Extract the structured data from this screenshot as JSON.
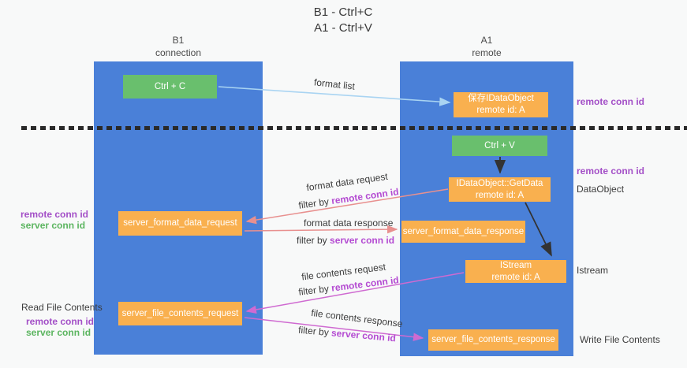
{
  "title": {
    "line1": "B1 - Ctrl+C",
    "line2": "A1 - Ctrl+V"
  },
  "lifelines": {
    "left": {
      "name": "B1",
      "subtitle": "connection"
    },
    "right": {
      "name": "A1",
      "subtitle": "remote"
    }
  },
  "boxes": {
    "ctrl_c": {
      "label": "Ctrl + C"
    },
    "save_idataobject": {
      "line1": "保存IDataObject",
      "line2": "remote id: A"
    },
    "ctrl_v": {
      "label": "Ctrl + V"
    },
    "idataobject_getdata": {
      "line1": "IDataObject::GetData",
      "line2": "remote id: A"
    },
    "server_format_data_request": {
      "label": "server_format_data_request"
    },
    "server_format_data_response": {
      "label": "server_format_data_response"
    },
    "istream": {
      "line1": "IStream",
      "line2": "remote id: A"
    },
    "server_file_contents_request": {
      "label": "server_file_contents_request"
    },
    "server_file_contents_response": {
      "label": "server_file_contents_response"
    }
  },
  "arrow_labels": {
    "format_list": "format list",
    "format_data_request": "format data request",
    "format_data_response": "format data response",
    "file_contents_request": "file contents request",
    "file_contents_response": "file contents response",
    "filter_by": "filter by",
    "remote_conn_id": "remote conn id",
    "server_conn_id": "server conn id"
  },
  "annotations": {
    "right_remote_conn_id_1": "remote conn id",
    "right_remote_conn_id_2": "remote conn id",
    "dataobject": "DataObject",
    "istream": "Istream",
    "write_file_contents": "Write File Contents",
    "left_remote_conn_id_1": "remote conn id",
    "left_server_conn_id_1": "server conn id",
    "read_file_contents": "Read File Contents",
    "left_remote_conn_id_2": "remote conn id",
    "left_server_conn_id_2": "server conn id"
  },
  "colors": {
    "lifeline_blue": "#4a80d8",
    "box_green": "#69bf6d",
    "box_orange": "#f9b04f",
    "arrow_light_blue": "#a9d4f2",
    "arrow_salmon": "#e8908f",
    "arrow_magenta": "#cf6ad1",
    "arrow_black": "#333333",
    "text_purple": "#a34fc7",
    "text_magenta": "#b44bd2",
    "text_green": "#5cb560"
  }
}
